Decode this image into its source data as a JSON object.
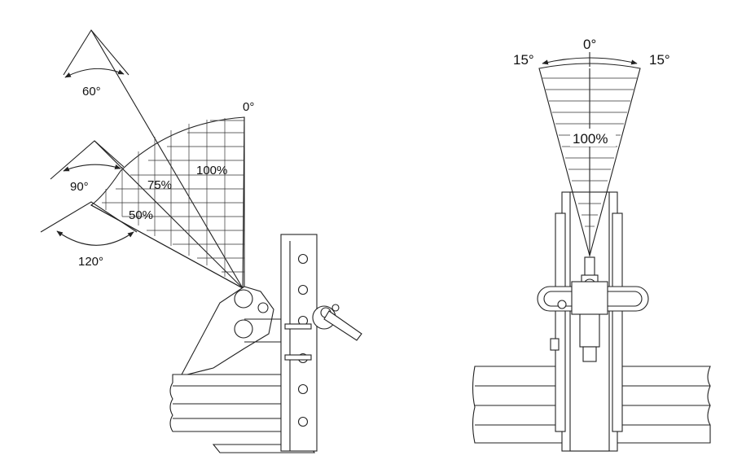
{
  "side_view": {
    "angle_labels": {
      "a60": "60°",
      "a90": "90°",
      "a120": "120°",
      "zero": "0°"
    },
    "load_labels": {
      "p100": "100%",
      "p75": "75%",
      "p50": "50%"
    }
  },
  "front_view": {
    "angle_labels": {
      "zero": "0°",
      "left": "15°",
      "right": "15°"
    },
    "load_label": "100%"
  }
}
